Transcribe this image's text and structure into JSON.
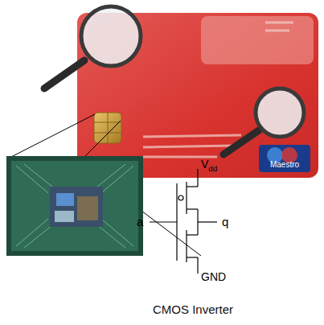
{
  "diagram": {
    "caption": "CMOS Inverter",
    "labels": [
      "Maestro",
      "Vdd",
      "a",
      "q",
      "GND"
    ]
  }
}
